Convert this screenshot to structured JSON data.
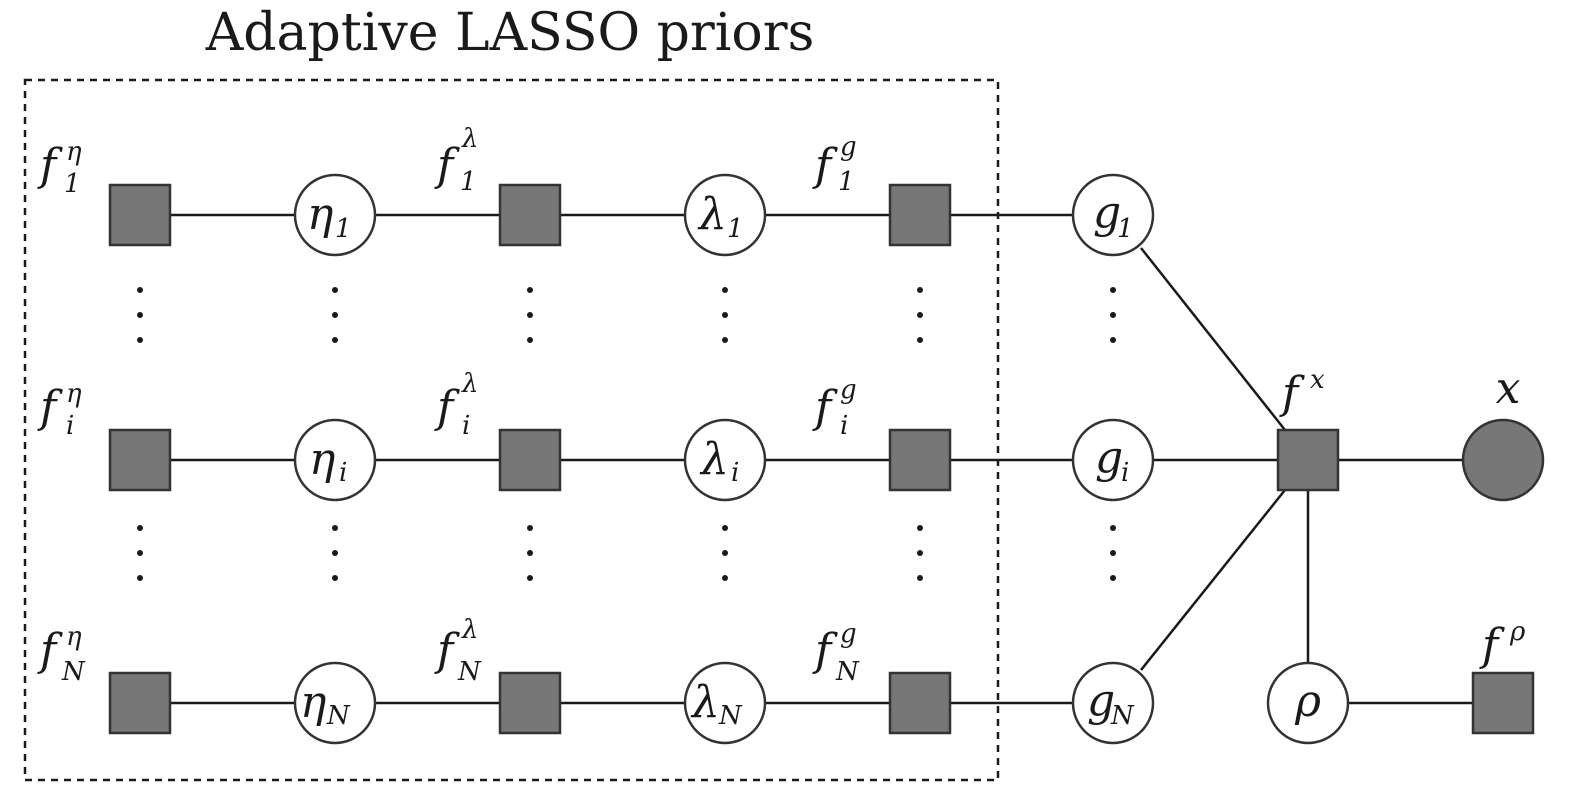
{
  "title": "Adaptive LASSO priors",
  "rows": [
    {
      "f_eta": {
        "base": "f",
        "sup": "η",
        "sub": "1"
      },
      "eta": {
        "base": "η",
        "sub": "1"
      },
      "f_lambda": {
        "base": "f",
        "sup": "λ",
        "sub": "1"
      },
      "lambda": {
        "base": "λ",
        "sub": "1"
      },
      "f_g": {
        "base": "f",
        "sup": "g",
        "sub": "1"
      },
      "g": {
        "base": "g",
        "sub": "1"
      }
    },
    {
      "f_eta": {
        "base": "f",
        "sup": "η",
        "sub": "i"
      },
      "eta": {
        "base": "η",
        "sub": "i"
      },
      "f_lambda": {
        "base": "f",
        "sup": "λ",
        "sub": "i"
      },
      "lambda": {
        "base": "λ",
        "sub": "i"
      },
      "f_g": {
        "base": "f",
        "sup": "g",
        "sub": "i"
      },
      "g": {
        "base": "g",
        "sub": "i"
      }
    },
    {
      "f_eta": {
        "base": "f",
        "sup": "η",
        "sub": "N"
      },
      "eta": {
        "base": "η",
        "sub": "N"
      },
      "f_lambda": {
        "base": "f",
        "sup": "λ",
        "sub": "N"
      },
      "lambda": {
        "base": "λ",
        "sub": "N"
      },
      "f_g": {
        "base": "f",
        "sup": "g",
        "sub": "N"
      },
      "g": {
        "base": "g",
        "sub": "N"
      }
    }
  ],
  "f_x": {
    "base": "f",
    "sup": "x"
  },
  "x": "x",
  "rho": "ρ",
  "f_rho": {
    "base": "f",
    "sup": "ρ"
  },
  "colors": {
    "factor_fill": "#777777",
    "observed_fill": "#777777",
    "stroke": "#333333"
  }
}
